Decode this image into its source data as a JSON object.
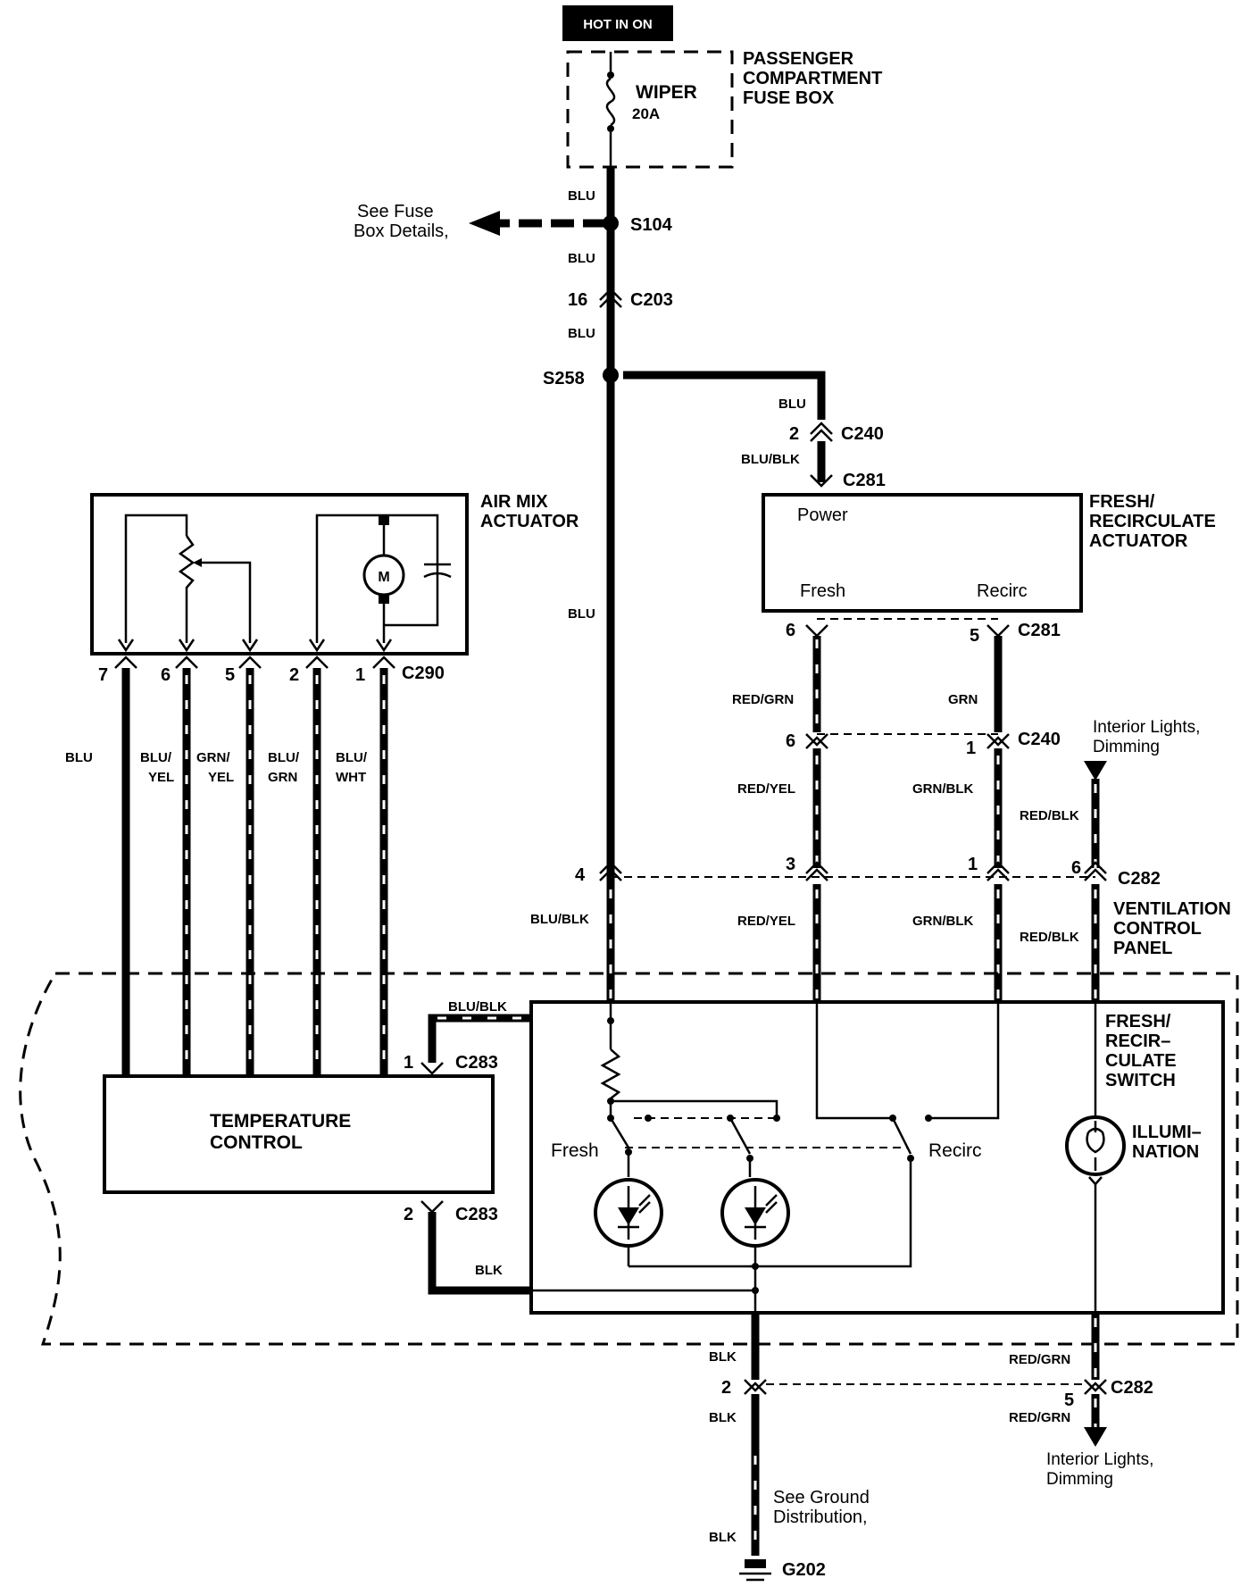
{
  "header": {
    "hot_label": "HOT IN ON"
  },
  "fuse_box": {
    "title_lines": [
      "PASSENGER",
      "COMPARTMENT",
      "FUSE BOX"
    ],
    "fuse_name": "WIPER",
    "fuse_rating": "20A"
  },
  "splices": {
    "s104": "S104",
    "s258": "S258"
  },
  "fuse_details": {
    "lines": [
      "See Fuse",
      "Box Details,"
    ]
  },
  "connectors": {
    "c203": "C203",
    "c240": "C240",
    "c281": "C281",
    "c290": "C290",
    "c282": "C282",
    "c283": "C283"
  },
  "pins": {
    "c203_main": "16",
    "c240_top": "2",
    "c281_fresh": "5",
    "c281_recirc": "6",
    "c240_left": "6",
    "c240_right": "1",
    "c282_main": "4",
    "c282_left": "3",
    "c282_right": "1",
    "c282_far": "6",
    "c290": [
      "7",
      "6",
      "5",
      "2",
      "1"
    ],
    "c283_top": "1",
    "c283_bottom": "2",
    "c282_bottom_left": "2",
    "c282_bottom_right": "5"
  },
  "wires": {
    "blu": "BLU",
    "blu_blk": "BLU/BLK",
    "red_grn": "RED/GRN",
    "grn": "GRN",
    "red_yel": "RED/YEL",
    "grn_blk": "GRN/BLK",
    "red_blk": "RED/BLK",
    "blk": "BLK",
    "c290": [
      {
        "l1": "BLU",
        "l2": ""
      },
      {
        "l1": "BLU/",
        "l2": "YEL"
      },
      {
        "l1": "GRN/",
        "l2": "YEL"
      },
      {
        "l1": "BLU/",
        "l2": "GRN"
      },
      {
        "l1": "BLU/",
        "l2": "WHT"
      }
    ]
  },
  "components": {
    "air_mix": {
      "lines": [
        "AIR MIX",
        "ACTUATOR"
      ],
      "motor": "M"
    },
    "fresh_recirc_actuator": {
      "lines": [
        "FRESH/",
        "RECIRCULATE",
        "ACTUATOR"
      ],
      "power": "Power",
      "fresh": "Fresh",
      "recirc": "Recirc"
    },
    "ventilation_panel": {
      "lines": [
        "VENTILATION",
        "CONTROL",
        "PANEL"
      ]
    },
    "fresh_recirc_switch": {
      "lines": [
        "FRESH/",
        "RECIR–",
        "CULATE",
        "SWITCH"
      ],
      "fresh": "Fresh",
      "recirc": "Recirc"
    },
    "illumination": {
      "lines": [
        "ILLUMI–",
        "NATION"
      ]
    },
    "temperature_control": {
      "lines": [
        "TEMPERATURE",
        "CONTROL"
      ]
    }
  },
  "interior_lights": {
    "top_lines": [
      "Interior Lights,",
      "Dimming"
    ],
    "bottom_lines": [
      "Interior Lights,",
      "Dimming"
    ]
  },
  "ground": {
    "lines": [
      "See Ground",
      "Distribution,"
    ],
    "label": "G202"
  }
}
